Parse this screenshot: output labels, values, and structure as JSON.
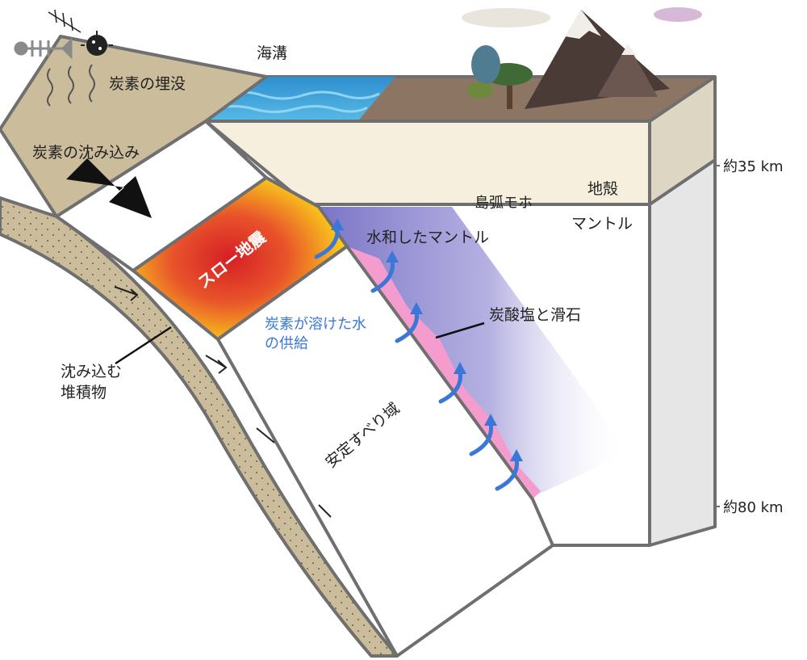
{
  "labels": {
    "trench": "海溝",
    "carbon_burial": "炭素の埋没",
    "carbon_subduction": "炭素の沈み込み",
    "crust": "地殻",
    "island_arc_moho": "島弧モホ",
    "mantle": "マントル",
    "hydrated_mantle": "水和したマントル",
    "slow_earthquake": "スロー地震",
    "carbonate_talc": "炭酸塩と滑石",
    "water_supply_line1": "炭素が溶けた水",
    "water_supply_line2": "の供給",
    "subducting_sediment_line1": "沈み込む",
    "subducting_sediment_line2": "堆積物",
    "stable_slip_zone": "安定すべり域"
  },
  "depths": {
    "crust_depth": "約35 km",
    "mantle_depth": "約80 km"
  },
  "colors": {
    "sediment": "#cbbd9b",
    "land": "#8c7563",
    "crust": "#f6efdd",
    "ocean": "#3aa1d6",
    "hydrated_mantle": "#8b85cc",
    "carbonate_talc": "#f39ccd",
    "arrow_blue": "#3a78d8",
    "block_edge": "#6f6f6f"
  }
}
